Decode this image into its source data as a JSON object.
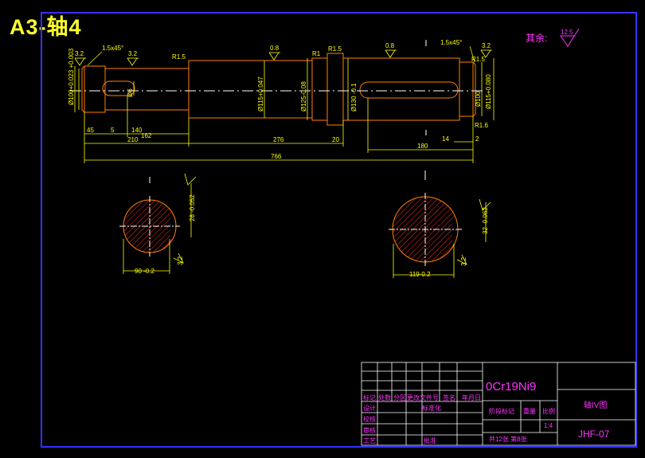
{
  "title": "A3-轴4",
  "roughness_note": {
    "label": "其余:",
    "value": "12.5"
  },
  "shaft_dims": {
    "length_total": "766",
    "length_segments": [
      "45",
      "5",
      "140",
      "162",
      "210",
      "276",
      "20",
      "180",
      "14",
      "2"
    ],
    "chamfers": [
      "1.5x45°",
      "1.5x45°"
    ],
    "radii": [
      "R1.5",
      "R1",
      "R1.5",
      "R1.5",
      "R1.6"
    ],
    "diameters": {
      "d_left_keyway": "Ø100+0.023 +0.003",
      "d_left_bearing": "Ø115+0.047",
      "d_center": "Ø125-0.08",
      "d_collar": "Ø130 -0.1",
      "d_right_keyway": "Ø115+0.080",
      "d_right_end": "Ø100",
      "d_key_left": "Ø6"
    },
    "roughness_marks": [
      "3.2",
      "3.2",
      "0.8",
      "0.8",
      "3.2",
      "3.2",
      "3.2"
    ]
  },
  "section_left": {
    "width": "90 -0.2",
    "depth": "28 -0.052",
    "roughness": "3.2"
  },
  "section_right": {
    "width": "119-0.2",
    "depth": "32 -0.062",
    "roughness": "3.2"
  },
  "title_block": {
    "material": "0Cr19Ni9",
    "drawing_name": "轴IV图",
    "drawing_no": "JHF-07",
    "header_cells": [
      "标记",
      "处数",
      "分区",
      "更改文件号",
      "签名",
      "年月日"
    ],
    "row_labels": [
      "设计",
      "审核",
      "工艺"
    ],
    "std_label": "标准化",
    "approve_label": "批准",
    "check_label": "校核",
    "stage_label": "阶段标记",
    "weight_label": "重量",
    "scale_label": "比例",
    "scale_value": "1:4",
    "sheets_label": "共12张 第8张"
  },
  "colors": {
    "frame": "#3232ff",
    "outline": "#ff7f00",
    "dimension": "#ffff00",
    "hatch": "#ff2a2a",
    "title": "#ffff2e",
    "text_magenta": "#ff33ff"
  }
}
